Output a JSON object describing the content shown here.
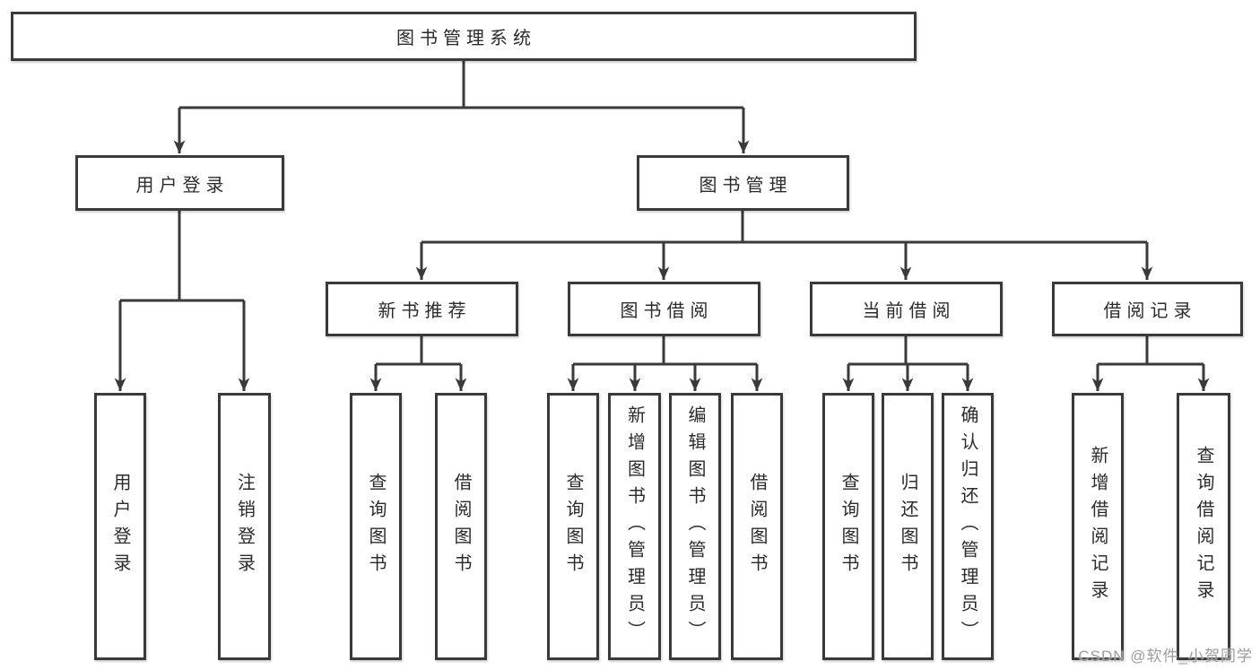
{
  "page": {
    "background": "#ffffff",
    "line_color": "#3a3a3a",
    "text_color": "#2b2b2b",
    "watermark_color": "#9b9b9b"
  },
  "diagram": {
    "root": {
      "label": "图书管理系统"
    },
    "level2": [
      {
        "label": "用户登录"
      },
      {
        "label": "图书管理"
      }
    ],
    "level3": [
      {
        "label": "新书推荐"
      },
      {
        "label": "图书借阅"
      },
      {
        "label": "当前借阅"
      },
      {
        "label": "借阅记录"
      }
    ],
    "leaves": {
      "user_login": [
        "用户登录",
        "注销登录"
      ],
      "new_book": [
        "查询图书",
        "借阅图书"
      ],
      "borrow": [
        "查询图书",
        "新增图书（管理员）",
        "编辑图书（管理员）",
        "借阅图书"
      ],
      "current": [
        "查询图书",
        "归还图书",
        "确认归还（管理员）"
      ],
      "records": [
        "新增借阅记录",
        "查询借阅记录"
      ]
    }
  },
  "watermark": {
    "text": "CSDN @软件_小贺同学"
  }
}
